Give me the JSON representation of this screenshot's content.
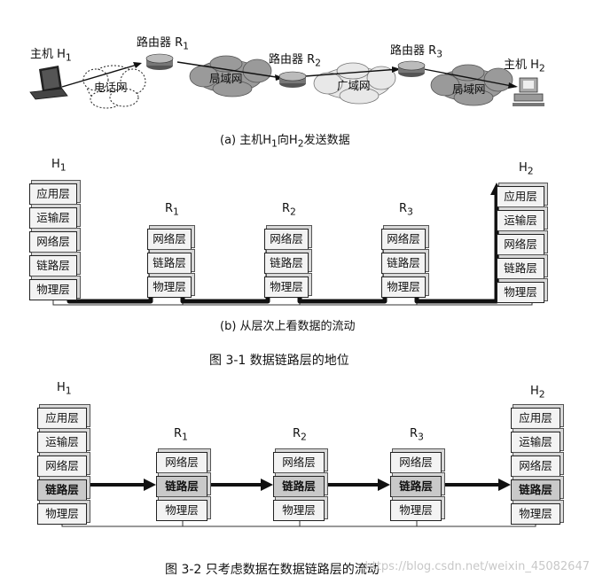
{
  "part_a": {
    "host1_label": "主机 H",
    "host1_sub": "1",
    "host2_label": "主机 H",
    "host2_sub": "2",
    "r1_label": "路由器 R",
    "r1_sub": "1",
    "r2_label": "路由器 R",
    "r2_sub": "2",
    "r3_label": "路由器 R",
    "r3_sub": "3",
    "cloud_phone": "电话网",
    "cloud_lan1": "局域网",
    "cloud_wan": "广域网",
    "cloud_lan2": "局域网",
    "caption_pre": "(a) 主机H",
    "caption_sub1": "1",
    "caption_mid": "向H",
    "caption_sub2": "2",
    "caption_post": "发送数据"
  },
  "part_b": {
    "h1_label": "H",
    "h1_sub": "1",
    "h2_label": "H",
    "h2_sub": "2",
    "r1_label": "R",
    "r1_sub": "1",
    "r2_label": "R",
    "r2_sub": "2",
    "r3_label": "R",
    "r3_sub": "3",
    "host_layers": [
      "应用层",
      "运输层",
      "网络层",
      "链路层",
      "物理层"
    ],
    "router_layers": [
      "网络层",
      "链路层",
      "物理层"
    ],
    "caption": "(b) 从层次上看数据的流动"
  },
  "figure1_caption": "图 3-1    数据链路层的地位",
  "part_c": {
    "h1_label": "H",
    "h1_sub": "1",
    "h2_label": "H",
    "h2_sub": "2",
    "r1_label": "R",
    "r1_sub": "1",
    "r2_label": "R",
    "r2_sub": "2",
    "r3_label": "R",
    "r3_sub": "3",
    "host_layers": [
      "应用层",
      "运输层",
      "网络层",
      "链路层",
      "物理层"
    ],
    "router_layers": [
      "网络层",
      "链路层",
      "物理层"
    ]
  },
  "figure2_caption": "图 3-2    只考虑数据在数据链路层的流动",
  "watermark": "https://blog.csdn.net/weixin_45082647"
}
